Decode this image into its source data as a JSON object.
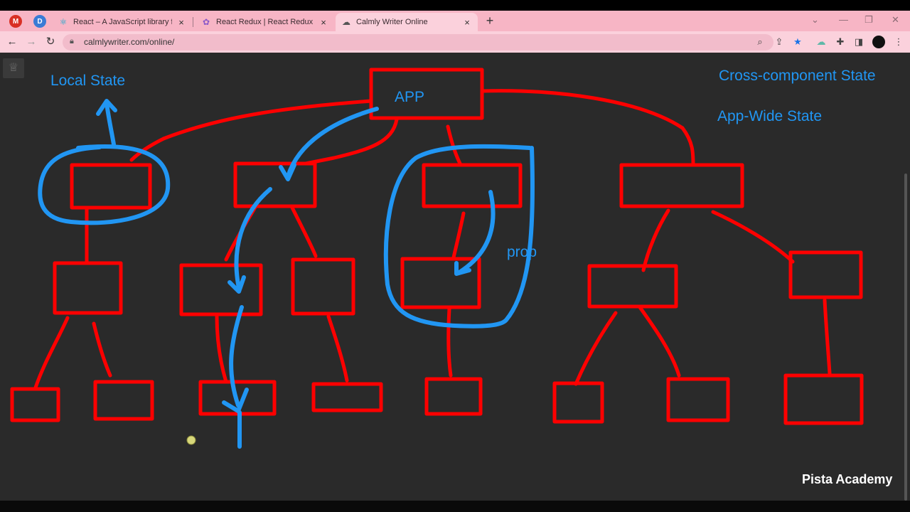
{
  "browser": {
    "pinned_tabs": [
      {
        "icon": "gmail-icon",
        "glyph": "M",
        "color": "#d93025"
      },
      {
        "icon": "d-app-icon",
        "glyph": "D",
        "color": "#3a7bd5"
      }
    ],
    "tabs": [
      {
        "title": "React – A JavaScript library for bu",
        "icon": "react-icon",
        "active": false
      },
      {
        "title": "React Redux | React Redux",
        "icon": "redux-icon",
        "active": false
      },
      {
        "title": "Calmly Writer Online",
        "icon": "calmly-writer-icon",
        "active": true
      }
    ],
    "url": "calmlywriter.com/online/"
  },
  "canvas": {
    "labels": {
      "local_state": "Local State",
      "app": "APP",
      "cross_component_state": "Cross-component State",
      "app_wide_state": "App-Wide State",
      "prop": "prop"
    },
    "brand": "Pista Academy",
    "colors": {
      "background": "#2a2a2a",
      "box_stroke": "#ff0000",
      "annotation": "#2196f3"
    }
  }
}
